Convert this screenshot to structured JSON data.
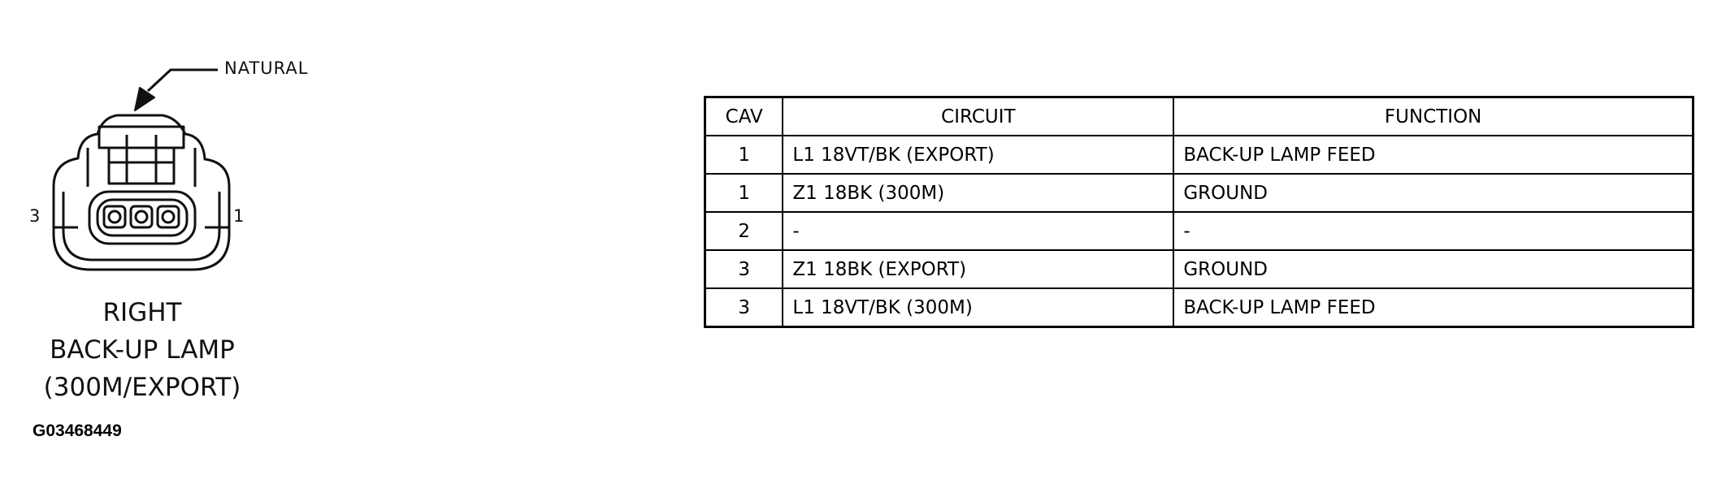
{
  "connector": {
    "color_label": "NATURAL",
    "pin_left": "3",
    "pin_right": "1",
    "caption_lines": [
      "RIGHT",
      "BACK-UP LAMP",
      "(300M/EXPORT)"
    ],
    "figure_id": "G03468449"
  },
  "table": {
    "headers": [
      "CAV",
      "CIRCUIT",
      "FUNCTION"
    ],
    "rows": [
      {
        "cav": "1",
        "circuit": "L1 18VT/BK (EXPORT)",
        "function": "BACK-UP LAMP FEED"
      },
      {
        "cav": "1",
        "circuit": "Z1 18BK (300M)",
        "function": "GROUND"
      },
      {
        "cav": "2",
        "circuit": "-",
        "function": "-"
      },
      {
        "cav": "3",
        "circuit": "Z1 18BK (EXPORT)",
        "function": "GROUND"
      },
      {
        "cav": "3",
        "circuit": "L1 18VT/BK (300M)",
        "function": "BACK-UP LAMP FEED"
      }
    ]
  }
}
